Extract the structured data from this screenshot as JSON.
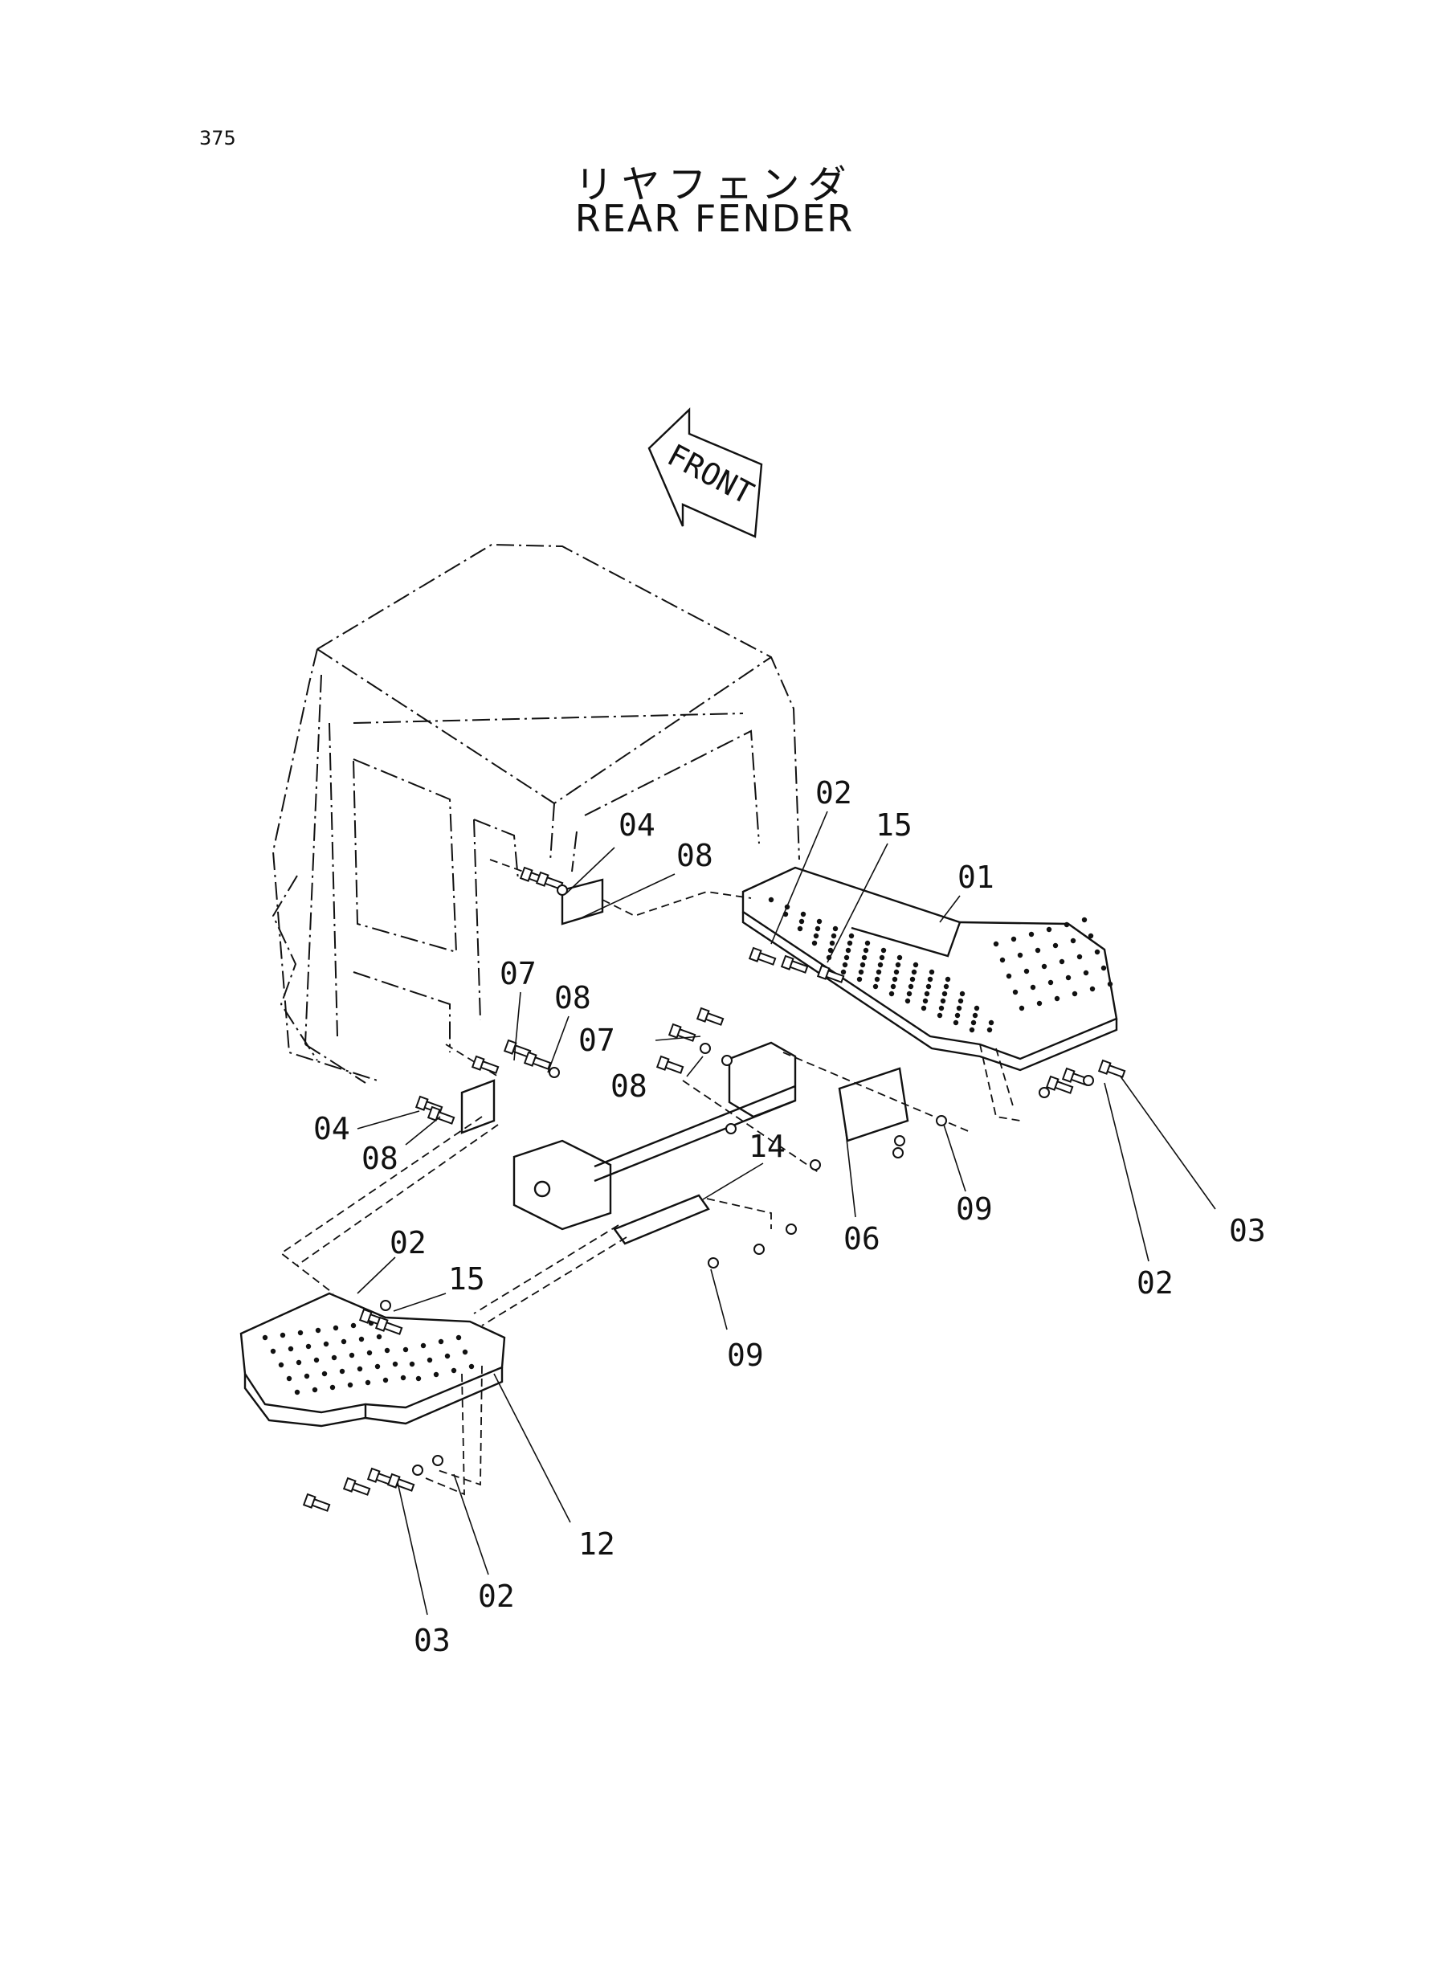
{
  "page": {
    "number": "375"
  },
  "title": {
    "japanese": "リヤフェンダ",
    "english": "REAR FENDER"
  },
  "direction_arrow": {
    "label": "FRONT"
  },
  "callouts": [
    {
      "id": "c01",
      "text": "01"
    },
    {
      "id": "c02a",
      "text": "02"
    },
    {
      "id": "c15a",
      "text": "15"
    },
    {
      "id": "c04a",
      "text": "04"
    },
    {
      "id": "c08a",
      "text": "08"
    },
    {
      "id": "c07a",
      "text": "07"
    },
    {
      "id": "c08b",
      "text": "08"
    },
    {
      "id": "c07b",
      "text": "07"
    },
    {
      "id": "c08c",
      "text": "08"
    },
    {
      "id": "c04b",
      "text": "04"
    },
    {
      "id": "c08d",
      "text": "08"
    },
    {
      "id": "c14",
      "text": "14"
    },
    {
      "id": "c06",
      "text": "06"
    },
    {
      "id": "c09a",
      "text": "09"
    },
    {
      "id": "c03a",
      "text": "03"
    },
    {
      "id": "c02b",
      "text": "02"
    },
    {
      "id": "c02c",
      "text": "02"
    },
    {
      "id": "c15b",
      "text": "15"
    },
    {
      "id": "c09b",
      "text": "09"
    },
    {
      "id": "c12",
      "text": "12"
    },
    {
      "id": "c02d",
      "text": "02"
    },
    {
      "id": "c03b",
      "text": "03"
    }
  ]
}
